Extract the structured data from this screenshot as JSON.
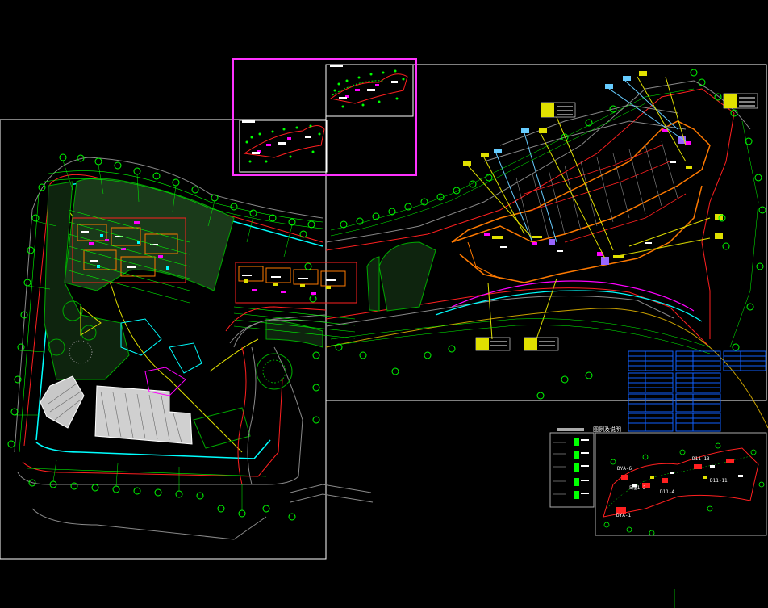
{
  "drawing": {
    "background": "#000000",
    "colors": {
      "frame": "#ffffff",
      "highlight": "#ff33ff",
      "grid_axis": "#00ff00",
      "axis_bubble": "#00ff00",
      "boundary_red": "#ff2020",
      "boundary_cyan": "#00ffff",
      "road_yellow": "#e0e000",
      "gray_lines": "#8a8a8a",
      "orange": "#ff7a00",
      "magenta": "#ff00ff",
      "blue_table": "#1060ff",
      "leader_cyan": "#66ccff"
    }
  },
  "legend": {
    "title": "图例及说明"
  },
  "keyplan": {
    "labels": [
      "DYA-1",
      "DYA-6",
      "5幢1-2",
      "D11-4",
      "D11-13",
      "D11-11"
    ]
  }
}
